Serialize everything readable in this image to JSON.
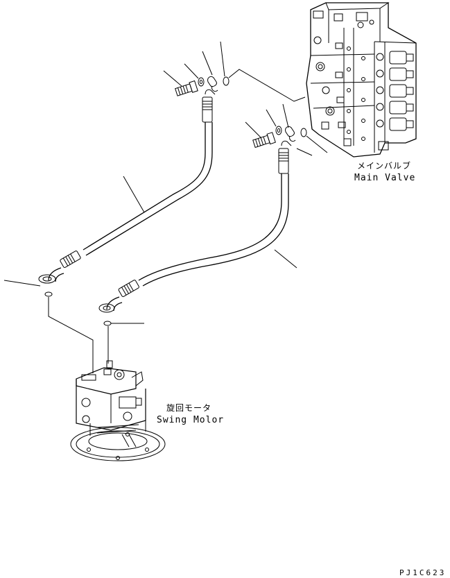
{
  "labels": {
    "main_valve_jp": "メインバルブ",
    "main_valve_en": "Main Valve",
    "swing_motor_jp": "旋回モータ",
    "swing_motor_en": "Swing Molor",
    "drawing_code": "PJ1C623"
  },
  "colors": {
    "line": "#000000",
    "background": "#ffffff"
  }
}
